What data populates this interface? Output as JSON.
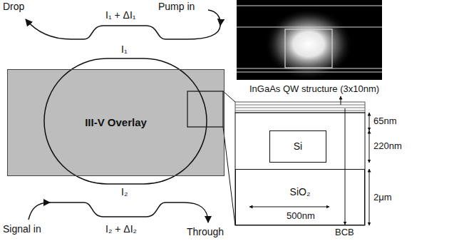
{
  "diagram": {
    "nodes": [
      {
        "text": [
          "III-V Overlay"
        ]
      },
      {
        "text": [
          "Si"
        ]
      },
      {
        "text": [
          "SiO₂"
        ]
      }
    ],
    "labels": [
      "Drop",
      "Pump in",
      "I₁ + ΔI₁",
      "I₁",
      "InGaAs QW structure (3x10nm)",
      "65nm",
      "220nm",
      "2μm",
      "I₂",
      "500nm",
      "Signal in",
      "I₂ + ΔI₂",
      "BCB",
      "Through"
    ]
  }
}
